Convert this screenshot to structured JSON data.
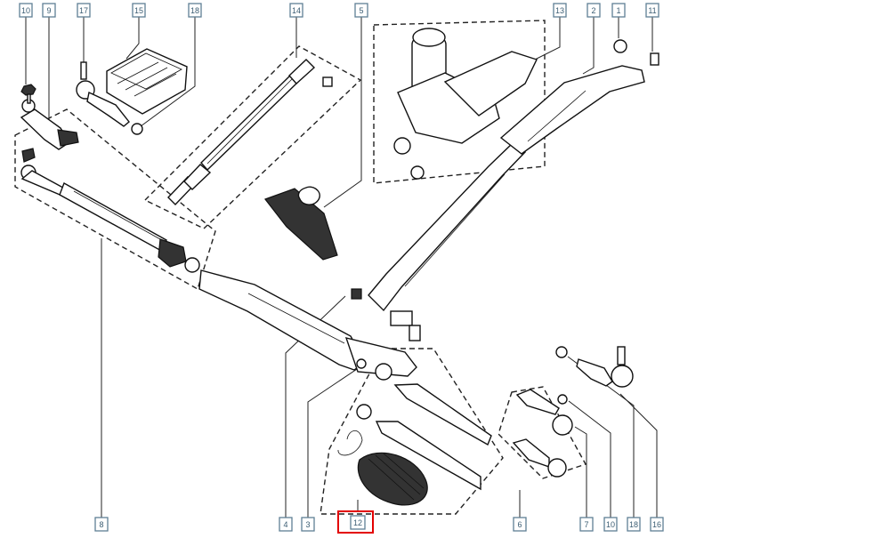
{
  "diagram": {
    "labels": {
      "top_left_10": "10",
      "top_9": "9",
      "top_17": "17",
      "top_15": "15",
      "top_18": "18",
      "top_14": "14",
      "top_5": "5",
      "top_13": "13",
      "top_2": "2",
      "top_1": "1",
      "top_11": "11",
      "bottom_8": "8",
      "bottom_4": "4",
      "bottom_3": "3",
      "bottom_12": "12",
      "bottom_6": "6",
      "bottom_7": "7",
      "bottom_10": "10",
      "bottom_18": "18",
      "bottom_16": "16"
    },
    "highlight_color": "#e30000",
    "label_box_color": "#5f7f95"
  }
}
